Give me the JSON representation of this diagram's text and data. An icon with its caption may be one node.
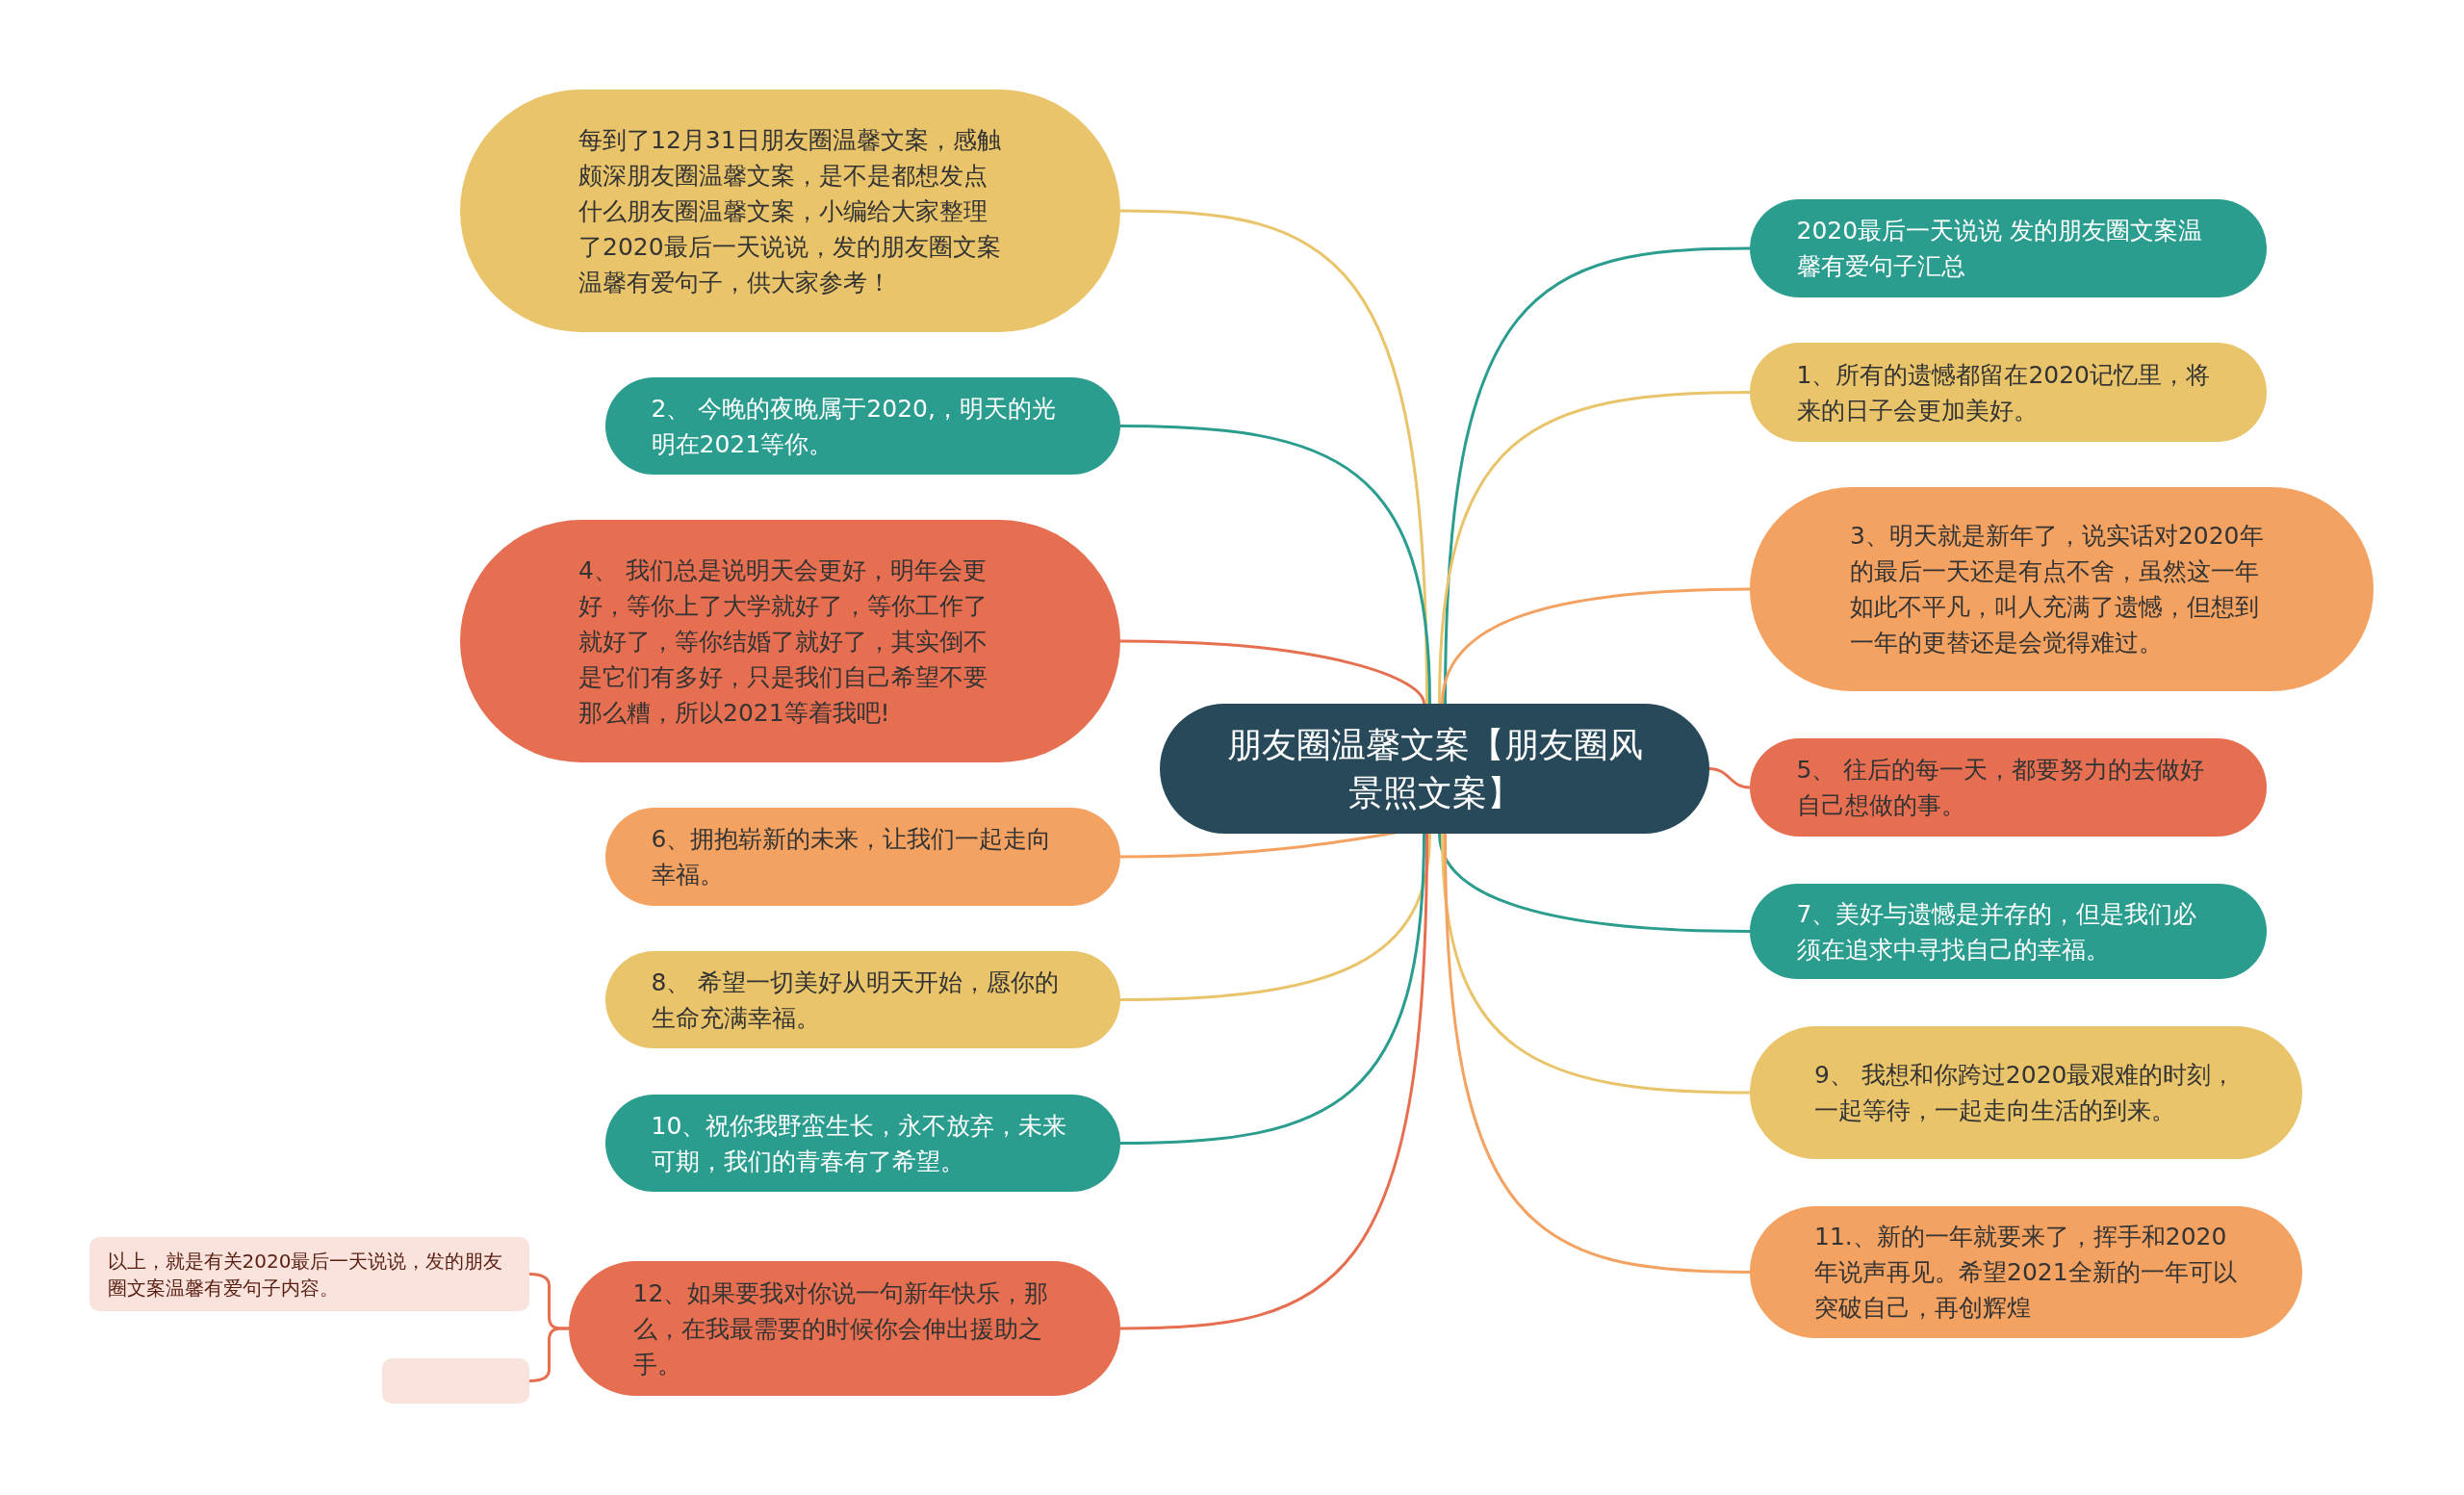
{
  "diagram": {
    "nodes": [
      {
        "text": [
          "朋友圈温馨文案【朋友圈风景照文案】"
        ]
      },
      {
        "text": [
          "每到了12月31日朋友圈温馨文案，感触颇深朋友圈温馨文案，是不是都想发点什么朋友圈温馨文案，小编给大家整理了2020最后一天说说，发的朋友圈文案温馨有爱句子，供大家参考！"
        ]
      },
      {
        "text": [
          "2、 今晚的夜晚属于2020,，明天的光明在2021等你。"
        ]
      },
      {
        "text": [
          "4、 我们总是说明天会更好，明年会更好，等你上了大学就好了，等你工作了就好了，等你结婚了就好了，其实倒不是它们有多好，只是我们自己希望不要那么糟，所以2021等着我吧!"
        ]
      },
      {
        "text": [
          "6、拥抱崭新的未来，让我们一起走向幸福。"
        ]
      },
      {
        "text": [
          "8、 希望一切美好从明天开始，愿你的生命充满幸福。"
        ]
      },
      {
        "text": [
          "10、祝你我野蛮生长，永不放弃，未来可期，我们的青春有了希望。"
        ]
      },
      {
        "text": [
          "12、如果要我对你说一句新年快乐，那么，在我最需要的时候你会伸出援助之手。"
        ]
      },
      {
        "text": [
          "以上，就是有关2020最后一天说说，发的朋友圈文案温馨有爱句子内容。"
        ]
      },
      {
        "text": [],
        "shape": "box"
      },
      {
        "text": [
          "2020最后一天说说 发的朋友圈文案温馨有爱句子汇总"
        ]
      },
      {
        "text": [
          "1、所有的遗憾都留在2020记忆里，将来的日子会更加美好。"
        ]
      },
      {
        "text": [
          "3、明天就是新年了，说实话对2020年的最后一天还是有点不舍，虽然这一年如此不平凡，叫人充满了遗憾，但想到一年的更替还是会觉得难过。"
        ]
      },
      {
        "text": [
          "5、 往后的每一天，都要努力的去做好自己想做的事。"
        ]
      },
      {
        "text": [
          "7、美好与遗憾是并存的，但是我们必须在追求中寻找自己的幸福。"
        ]
      },
      {
        "text": [
          "9、 我想和你跨过2020最艰难的时刻，一起等待，一起走向生活的到来。"
        ]
      },
      {
        "text": [
          "11.、新的一年就要来了，挥手和2020年说声再见。希望2021全新的一年可以突破自己，再创辉煌"
        ]
      }
    ],
    "edges": [
      {
        "from": 0,
        "to": 1,
        "arrow": "none",
        "color": "#e9c46a"
      },
      {
        "from": 0,
        "to": 2,
        "arrow": "none",
        "color": "#2a9d8f"
      },
      {
        "from": 0,
        "to": 3,
        "arrow": "none",
        "color": "#e76f51"
      },
      {
        "from": 0,
        "to": 4,
        "arrow": "none",
        "color": "#f4a261"
      },
      {
        "from": 0,
        "to": 5,
        "arrow": "none",
        "color": "#e9c46a"
      },
      {
        "from": 0,
        "to": 6,
        "arrow": "none",
        "color": "#2a9d8f"
      },
      {
        "from": 0,
        "to": 7,
        "arrow": "none",
        "color": "#e76f51"
      },
      {
        "from": 7,
        "to": 8,
        "arrow": "none",
        "color": "#e76f51"
      },
      {
        "from": 7,
        "to": 9,
        "arrow": "none",
        "color": "#e76f51"
      },
      {
        "from": 0,
        "to": 10,
        "arrow": "none",
        "color": "#2a9d8f"
      },
      {
        "from": 0,
        "to": 11,
        "arrow": "none",
        "color": "#e9c46a"
      },
      {
        "from": 0,
        "to": 12,
        "arrow": "none",
        "color": "#f4a261"
      },
      {
        "from": 0,
        "to": 13,
        "arrow": "none",
        "color": "#e76f51"
      },
      {
        "from": 0,
        "to": 14,
        "arrow": "none",
        "color": "#2a9d8f"
      },
      {
        "from": 0,
        "to": 15,
        "arrow": "none",
        "color": "#e9c46a"
      },
      {
        "from": 0,
        "to": 16,
        "arrow": "none",
        "color": "#f4a261"
      }
    ]
  }
}
